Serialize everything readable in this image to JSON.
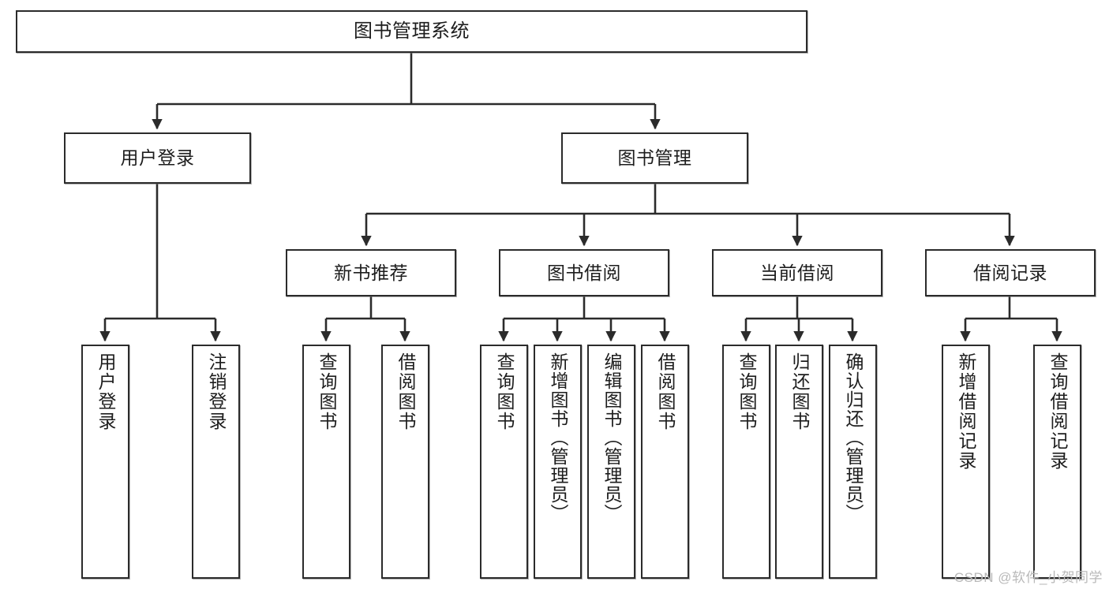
{
  "diagram": {
    "type": "tree",
    "title": "图书管理系统",
    "watermark": "CSDN @软件_小贺同学",
    "colors": {
      "box_border": "#2b2b2b",
      "box_fill": "#ffffff",
      "edge": "#2b2b2b",
      "text": "#1d1d1d",
      "watermark": "#b9b9b9"
    },
    "levels": {
      "root": {
        "label": "图书管理系统"
      },
      "level2": [
        {
          "label": "用户登录"
        },
        {
          "label": "图书管理"
        }
      ],
      "level3": [
        {
          "label": "新书推荐"
        },
        {
          "label": "图书借阅"
        },
        {
          "label": "当前借阅"
        },
        {
          "label": "借阅记录"
        }
      ],
      "leaves": [
        {
          "label": "用户登录",
          "parent": "用户登录"
        },
        {
          "label": "注销登录",
          "parent": "用户登录"
        },
        {
          "label": "查询图书",
          "parent": "新书推荐"
        },
        {
          "label": "借阅图书",
          "parent": "新书推荐"
        },
        {
          "label": "查询图书",
          "parent": "图书借阅"
        },
        {
          "label": "新增图书（管理员）",
          "parent": "图书借阅"
        },
        {
          "label": "编辑图书（管理员）",
          "parent": "图书借阅"
        },
        {
          "label": "借阅图书",
          "parent": "图书借阅"
        },
        {
          "label": "查询图书",
          "parent": "当前借阅"
        },
        {
          "label": "归还图书",
          "parent": "当前借阅"
        },
        {
          "label": "确认归还（管理员）",
          "parent": "当前借阅"
        },
        {
          "label": "新增借阅记录",
          "parent": "借阅记录"
        },
        {
          "label": "查询借阅记录",
          "parent": "借阅记录"
        }
      ]
    }
  }
}
